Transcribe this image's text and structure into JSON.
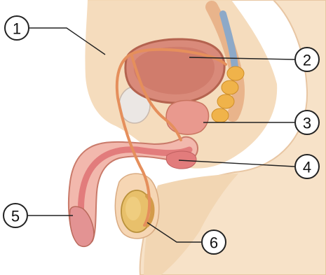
{
  "diagram": {
    "labels": [
      {
        "id": "1",
        "text": "1"
      },
      {
        "id": "2",
        "text": "2"
      },
      {
        "id": "3",
        "text": "3"
      },
      {
        "id": "4",
        "text": "4"
      },
      {
        "id": "5",
        "text": "5"
      },
      {
        "id": "6",
        "text": "6"
      }
    ],
    "colors": {
      "body_skin": "#f7e2c8",
      "body_shadow": "#efcfac",
      "bladder": "#d98a7a",
      "bladder_inner": "#c56a5c",
      "tube": "#e7a36f",
      "prostate": "#e9998e",
      "gland_yellow": "#f0b34a",
      "penis_tissue": "#ec9b9b",
      "testis": "#e8c06b",
      "bone": "#e9e7e4",
      "outline": "#b87a59"
    }
  }
}
